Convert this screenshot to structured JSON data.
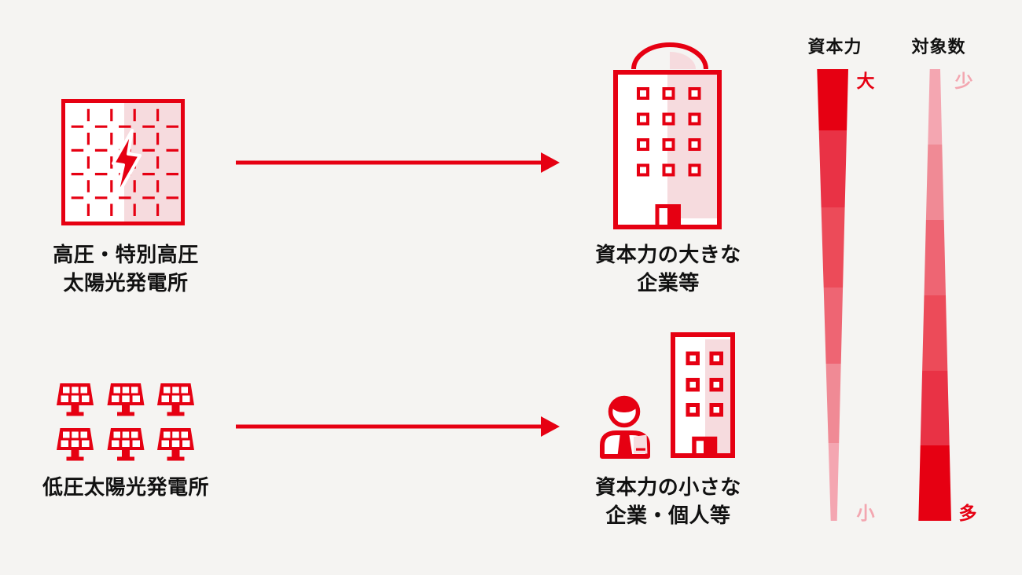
{
  "diagram": {
    "rows": [
      {
        "source": {
          "icon": "high-voltage-solar-plant-icon",
          "label_lines": [
            "高圧・特別高圧",
            "太陽光発電所"
          ]
        },
        "target": {
          "icon": "large-company-building-icon",
          "label_lines": [
            "資本力の大きな",
            "企業等"
          ]
        }
      },
      {
        "source": {
          "icon": "low-voltage-solar-panels-icon",
          "label_lines": [
            "低圧太陽光発電所"
          ]
        },
        "target": {
          "icon": "small-company-person-icon",
          "label_lines": [
            "資本力の小さな",
            "企業・個人等"
          ]
        }
      }
    ],
    "scales": [
      {
        "title": "資本力",
        "top_label": "大",
        "bottom_label": "小",
        "top_label_color": "#e60012",
        "bottom_label_color": "#f3a6b0",
        "shape": "wide-top-narrow-bottom",
        "segment_colors_top_to_bottom": [
          "#e60012",
          "#e93245",
          "#ec4b59",
          "#ee6573",
          "#f08a95",
          "#f4a6b1"
        ]
      },
      {
        "title": "対象数",
        "top_label": "少",
        "bottom_label": "多",
        "top_label_color": "#f3a6b0",
        "bottom_label_color": "#e60012",
        "shape": "narrow-top-wide-bottom",
        "segment_colors_top_to_bottom": [
          "#f4a6b1",
          "#f08a95",
          "#ee6573",
          "#ec4b59",
          "#e93245",
          "#e60012"
        ]
      }
    ],
    "colors": {
      "accent_red": "#e60012",
      "light_pink_fill": "#f6dbde",
      "background": "#f5f4f2",
      "text": "#111111"
    }
  }
}
